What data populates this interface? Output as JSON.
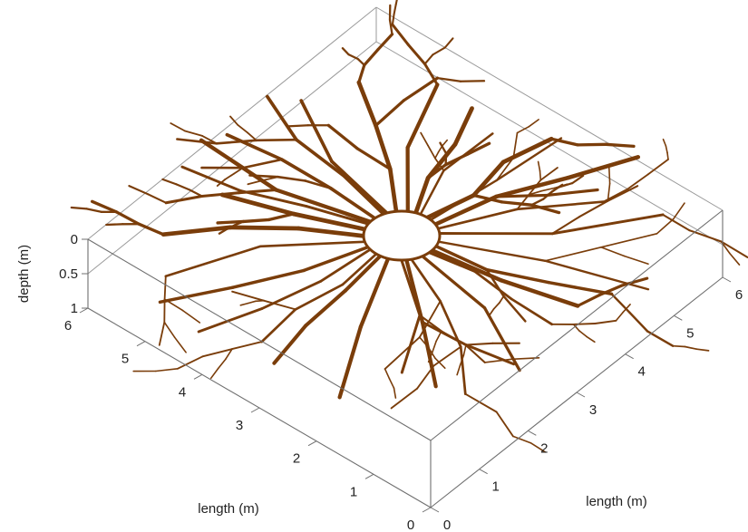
{
  "chart_data": {
    "type": "3d-root-system",
    "xlabel": "length (m)",
    "ylabel": "length (m)",
    "zlabel": "depth (m)",
    "xlim": [
      0,
      6
    ],
    "ylim": [
      0,
      6
    ],
    "zlim": [
      0,
      1
    ],
    "x_ticks": [
      "0",
      "1",
      "2",
      "3",
      "4",
      "5",
      "6"
    ],
    "y_ticks": [
      "0",
      "1",
      "2",
      "3",
      "4",
      "5",
      "6"
    ],
    "z_ticks": [
      "0",
      "0.5",
      "1"
    ],
    "root_color": "#7a3d0a",
    "box_color": "#8a8a8a",
    "stem": {
      "x": 3.0,
      "y": 3.0,
      "r": 0.35
    }
  }
}
